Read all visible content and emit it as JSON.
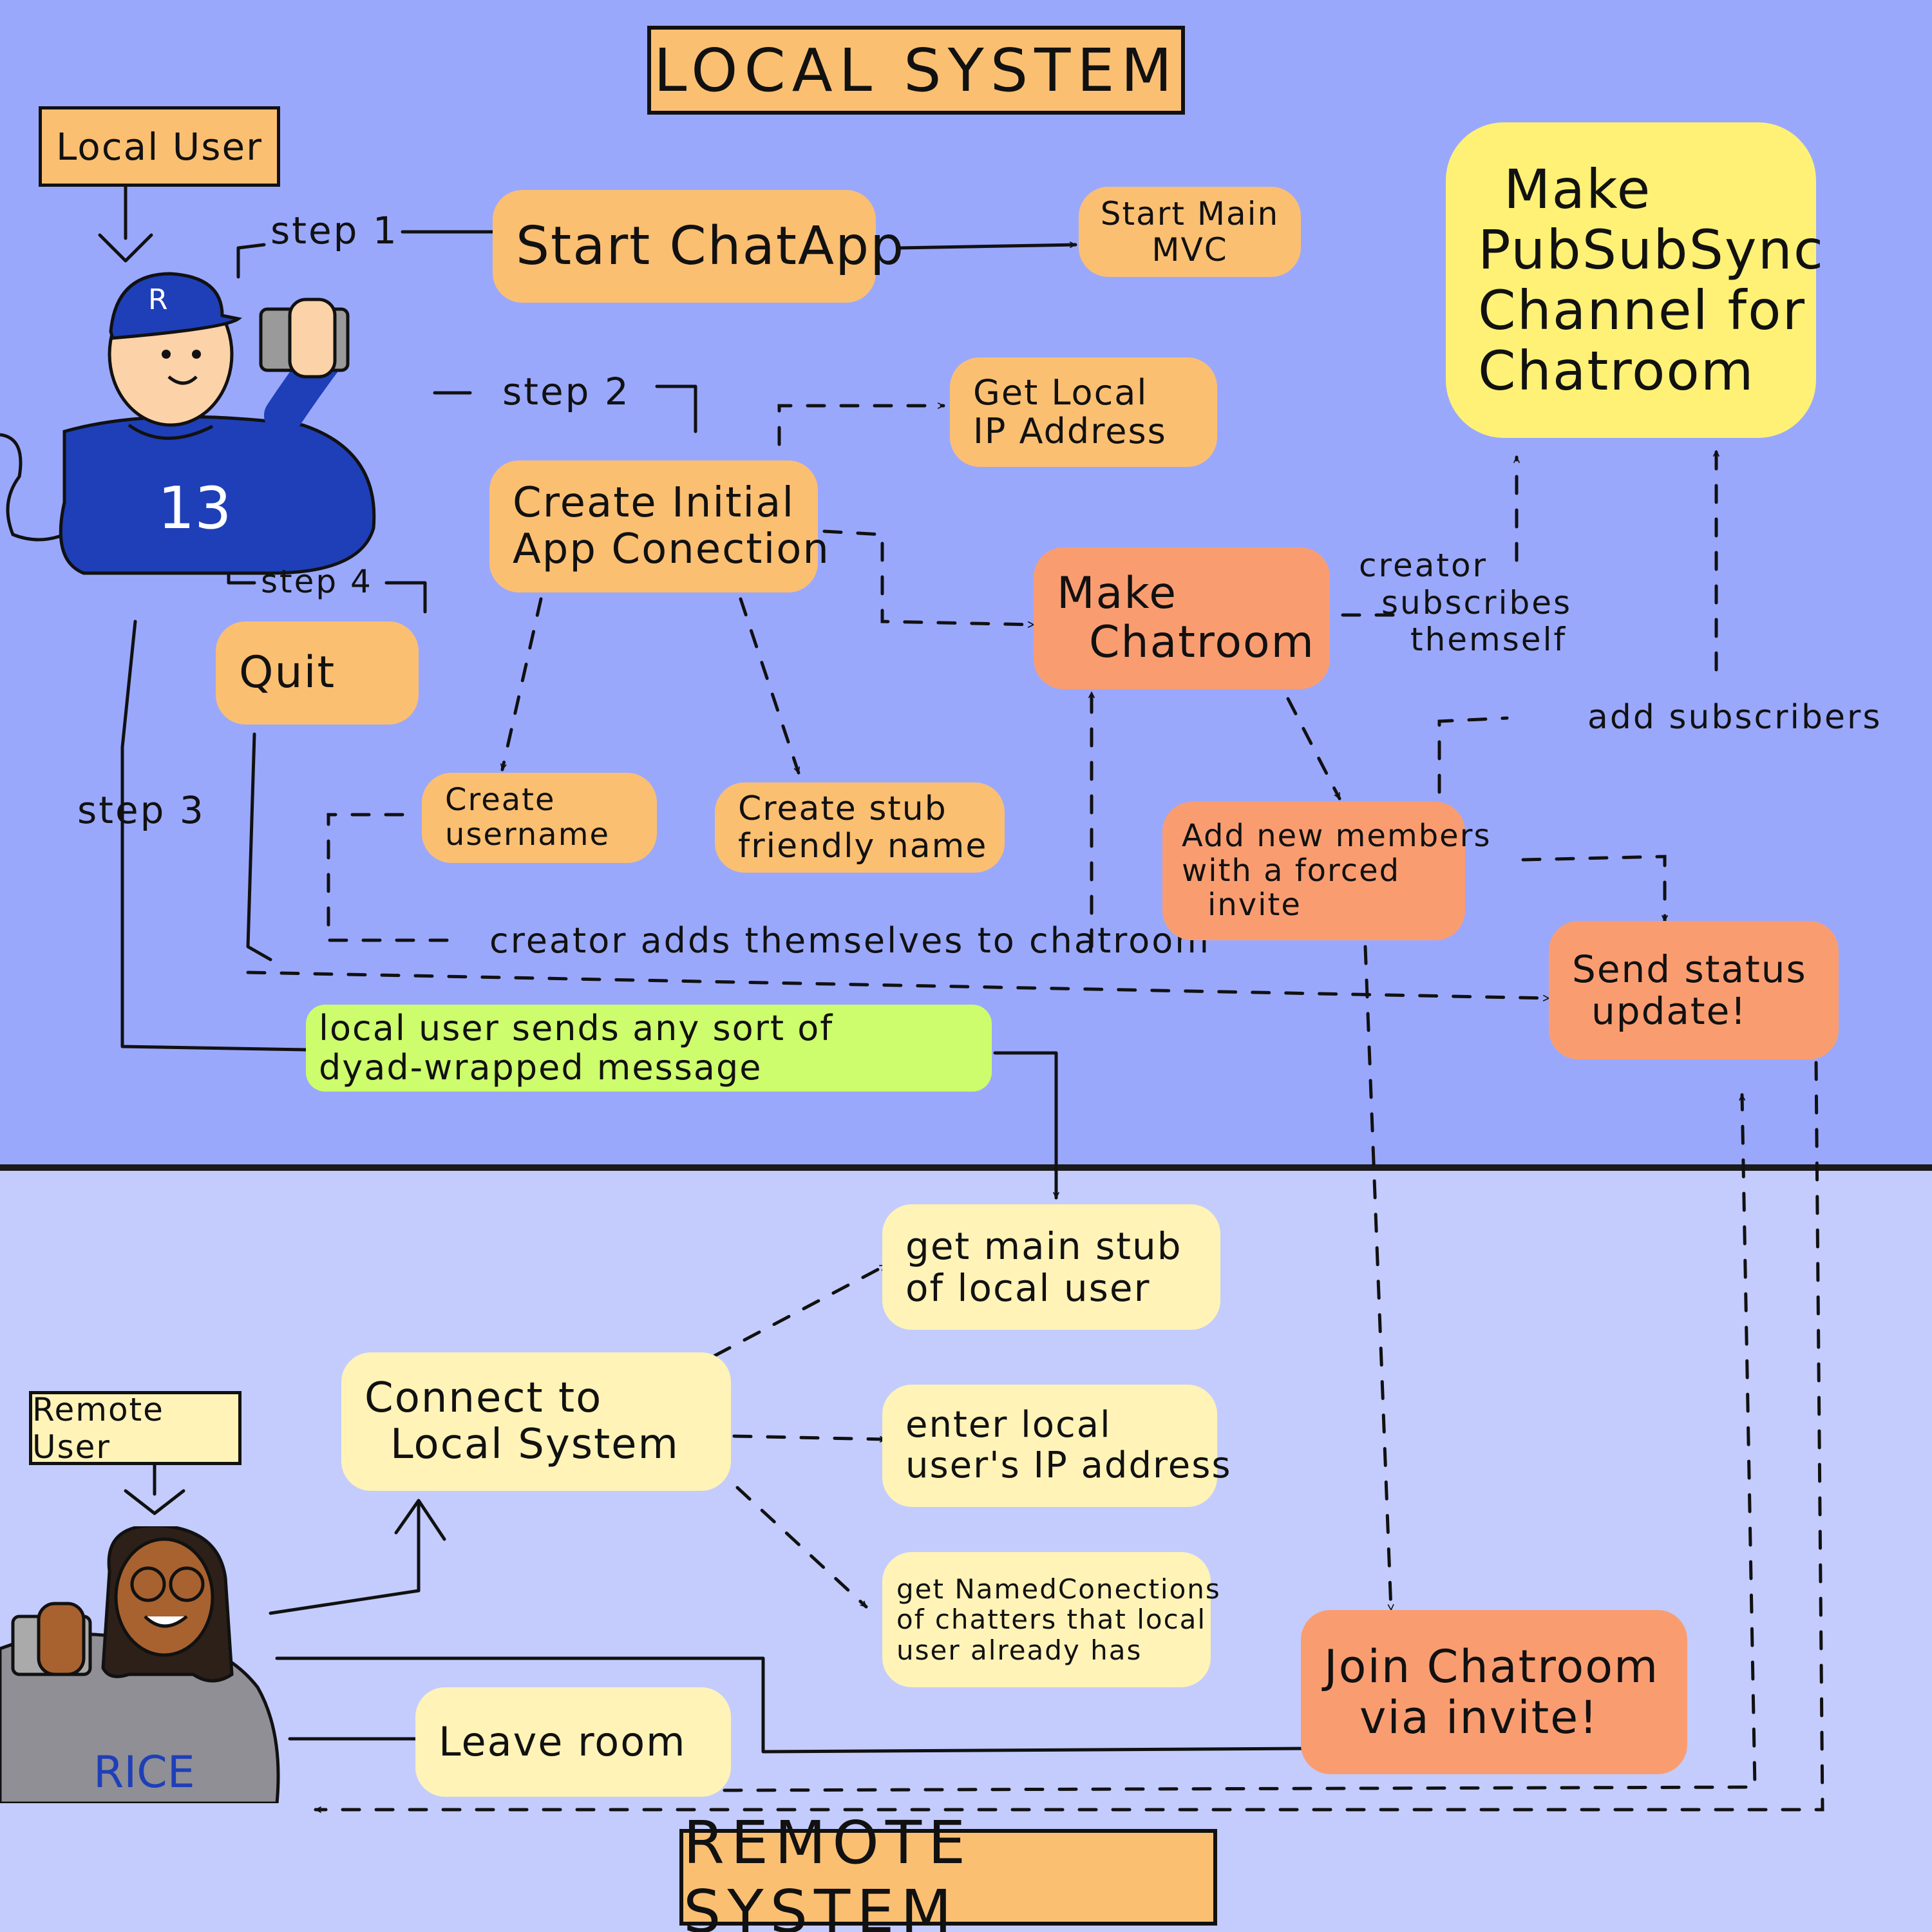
{
  "titles": {
    "local": "LOCAL SYSTEM",
    "remote": "REMOTE SYSTEM"
  },
  "actors": {
    "local_user": "Local User",
    "remote_user": "Remote User",
    "local_jersey": "13",
    "local_cap": "R",
    "remote_shirt": "RICE"
  },
  "steps": {
    "step1": "step 1",
    "step2": "step 2",
    "step3": "step 3",
    "step4": "step 4"
  },
  "nodes": {
    "start_chatapp": "Start ChatApp",
    "start_main_mvc": [
      "Start Main",
      "MVC"
    ],
    "get_local_ip": [
      "Get Local",
      "IP Address"
    ],
    "make_pubsubsync": [
      "Make",
      "PubSubSync",
      "Channel for",
      "Chatroom"
    ],
    "create_initial_connection": [
      "Create Initial",
      "App Conection"
    ],
    "make_chatroom": [
      "Make",
      "Chatroom"
    ],
    "quit": "Quit",
    "create_username": [
      "Create",
      "username"
    ],
    "create_stub_name": [
      "Create stub",
      "friendly name"
    ],
    "add_new_members": [
      "Add new members",
      "with a forced",
      "invite"
    ],
    "send_status_update": [
      "Send status",
      "update!"
    ],
    "local_sends_message": [
      "local user sends any sort of",
      "dyad-wrapped message"
    ],
    "get_main_stub": [
      "get main stub",
      "of local user"
    ],
    "connect_local_system": [
      "Connect to",
      "Local System"
    ],
    "enter_local_ip": [
      "enter local",
      "user's IP address"
    ],
    "get_named_connections": [
      "get NamedConections",
      "of chatters that local",
      "user already has"
    ],
    "join_chatroom": [
      "Join Chatroom",
      "via invite!"
    ],
    "leave_room": "Leave room"
  },
  "edge_labels": {
    "creator_subscribes": [
      "creator",
      "subscribes",
      "themself"
    ],
    "add_subscribers": "add subscribers",
    "creator_adds_themselves": "creator adds themselves to chatroom"
  },
  "colors": {
    "local_background": "#9aa8fc",
    "remote_background": "#c3ccfd",
    "orange_box": "#fbbf72",
    "coral_box": "#f99d71",
    "yellow_box": "#fff176",
    "pale_box": "#fff3b8",
    "green_box": "#cdfd6c"
  }
}
